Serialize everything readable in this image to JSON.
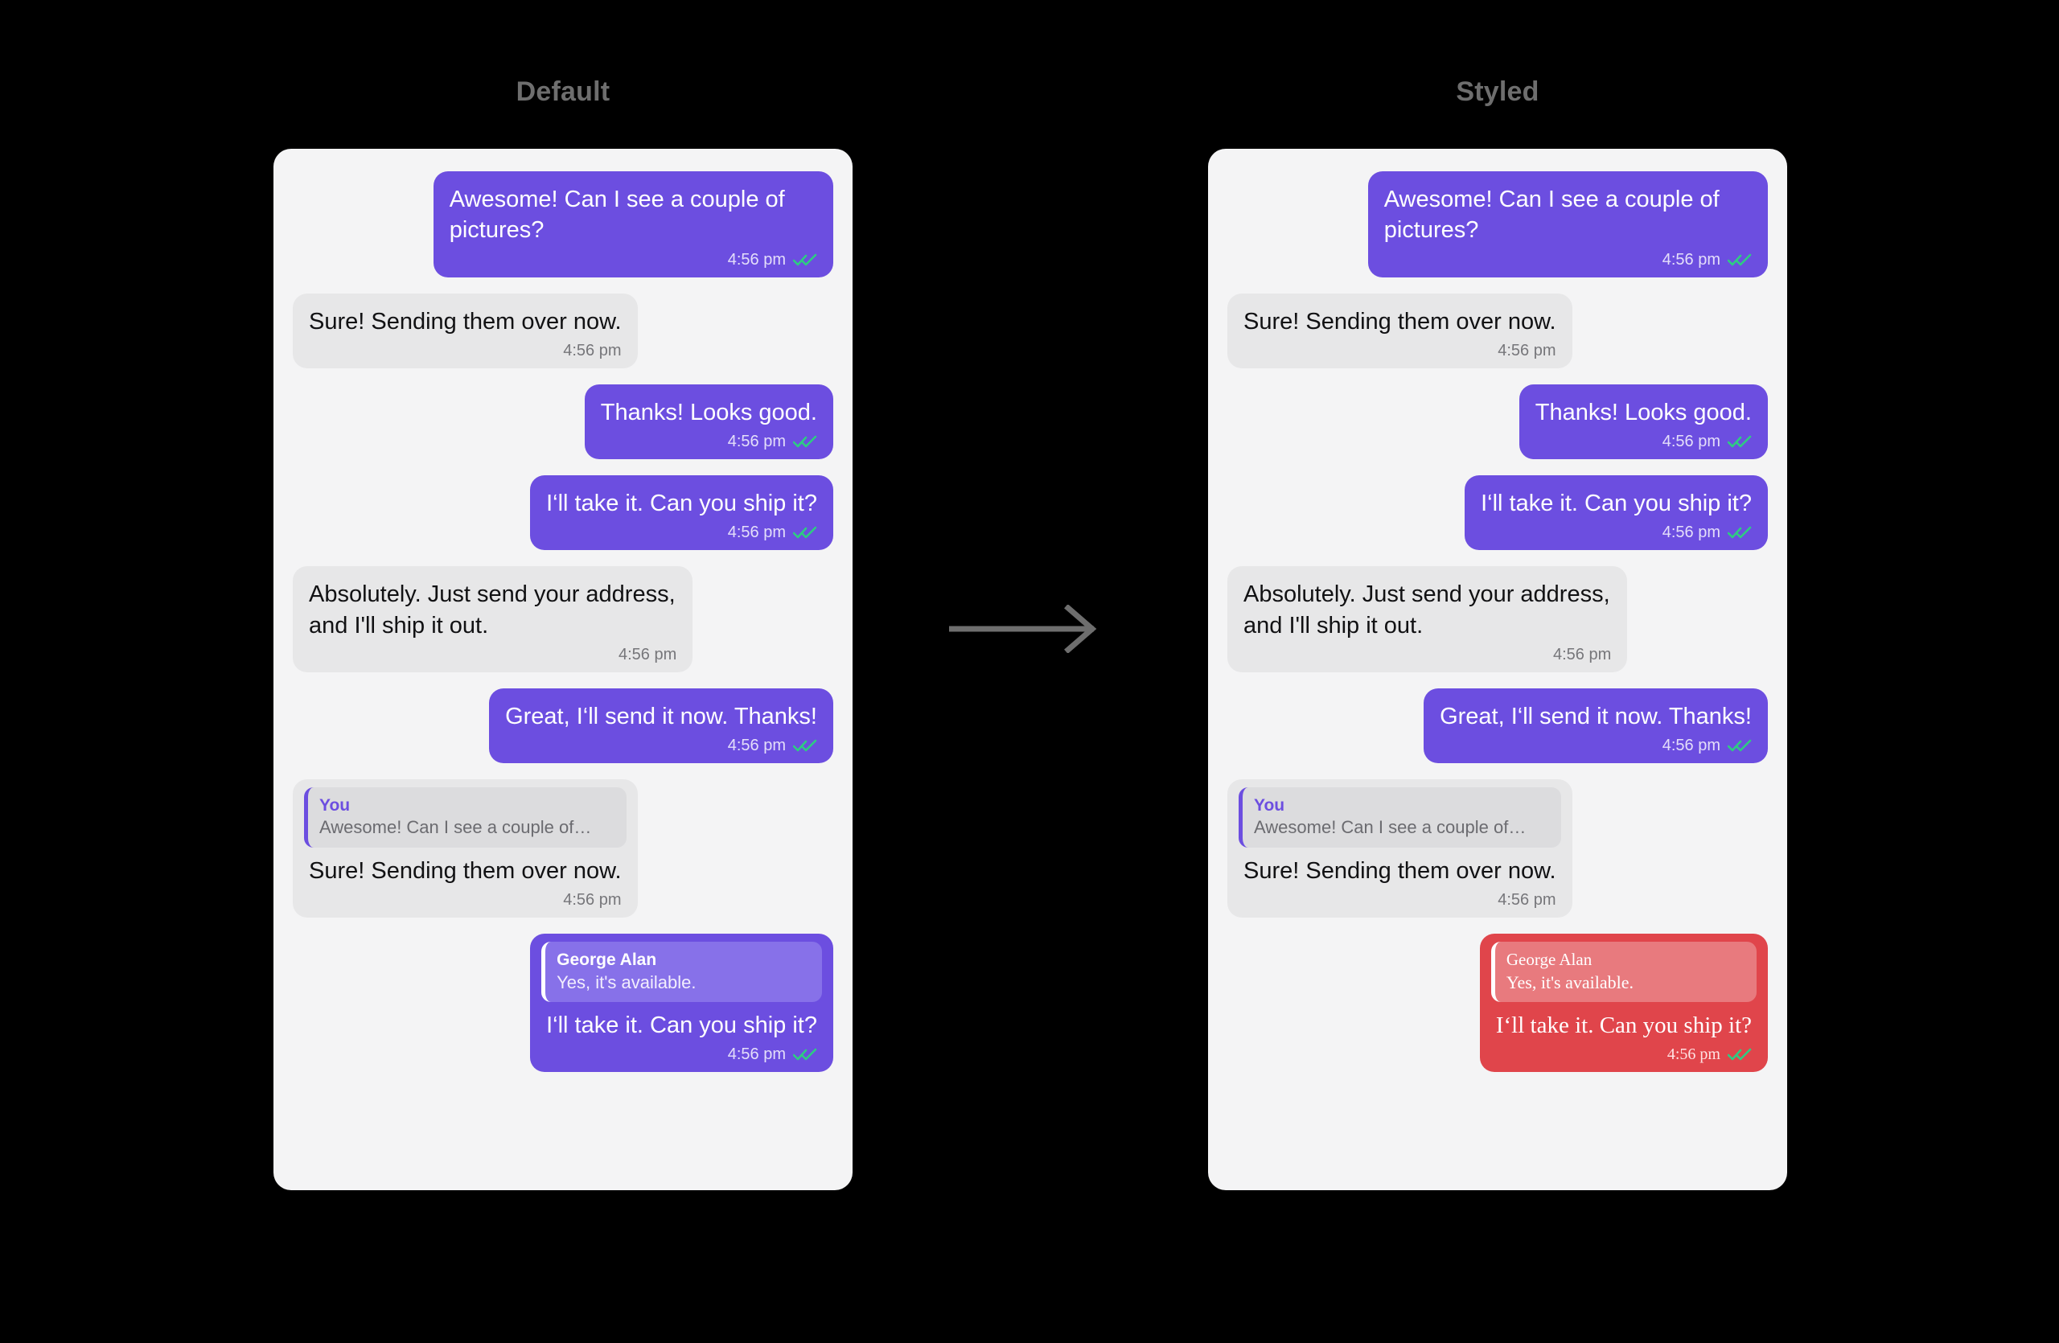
{
  "panels": [
    {
      "title": "Default",
      "variant": "default",
      "messages": [
        {
          "id": "m1",
          "side": "out",
          "text": "Awesome! Can I see a couple of pictures?",
          "time": "4:56 pm",
          "ticks": true
        },
        {
          "id": "m2",
          "side": "in",
          "text": "Sure! Sending them over now.",
          "time": "4:56 pm",
          "ticks": false
        },
        {
          "id": "m3",
          "side": "out",
          "text": "Thanks! Looks good.",
          "time": "4:56 pm",
          "ticks": true
        },
        {
          "id": "m4",
          "side": "out",
          "text": "I‘ll take it. Can you ship it?",
          "time": "4:56 pm",
          "ticks": true
        },
        {
          "id": "m5",
          "side": "in",
          "text": "Absolutely. Just send your address, and I'll ship it out.",
          "time": "4:56 pm",
          "ticks": false
        },
        {
          "id": "m6",
          "side": "out",
          "text": "Great, I‘ll send it now. Thanks!",
          "time": "4:56 pm",
          "ticks": true
        },
        {
          "id": "m7",
          "side": "in",
          "text": "Sure! Sending them over now.",
          "time": "4:56 pm",
          "ticks": false,
          "quote": {
            "name": "You",
            "text": "Awesome! Can I see a couple of…"
          }
        },
        {
          "id": "m8",
          "side": "out",
          "text": "I‘ll take it. Can you ship it?",
          "time": "4:56 pm",
          "ticks": true,
          "quote": {
            "name": "George Alan",
            "text": "Yes, it's available."
          }
        }
      ]
    },
    {
      "title": "Styled",
      "variant": "styled",
      "messages": [
        {
          "id": "s1",
          "side": "out",
          "text": "Awesome! Can I see a couple of pictures?",
          "time": "4:56 pm",
          "ticks": true
        },
        {
          "id": "s2",
          "side": "in",
          "text": "Sure! Sending them over now.",
          "time": "4:56 pm",
          "ticks": false
        },
        {
          "id": "s3",
          "side": "out",
          "text": "Thanks! Looks good.",
          "time": "4:56 pm",
          "ticks": true
        },
        {
          "id": "s4",
          "side": "out",
          "text": "I‘ll take it. Can you ship it?",
          "time": "4:56 pm",
          "ticks": true
        },
        {
          "id": "s5",
          "side": "in",
          "text": "Absolutely. Just send your address, and I'll ship it out.",
          "time": "4:56 pm",
          "ticks": false
        },
        {
          "id": "s6",
          "side": "out",
          "text": "Great, I‘ll send it now. Thanks!",
          "time": "4:56 pm",
          "ticks": true
        },
        {
          "id": "s7",
          "side": "in",
          "text": "Sure! Sending them over now.",
          "time": "4:56 pm",
          "ticks": false,
          "quote": {
            "name": "You",
            "text": "Awesome! Can I see a couple of…"
          }
        },
        {
          "id": "s8",
          "side": "out",
          "style": "styled-red",
          "text": "I‘ll take it. Can you ship it?",
          "time": "4:56 pm",
          "ticks": true,
          "quote": {
            "name": "George Alan",
            "text": "Yes, it's available."
          }
        }
      ]
    }
  ],
  "arrow": {
    "icon": "arrow-right-icon",
    "color": "#6e6e6e"
  },
  "colors": {
    "background": "#000000",
    "panel": "#f4f4f5",
    "outgoing_bubble": "#6c4ee0",
    "incoming_bubble": "#e7e7e8",
    "styled_bubble": "#e0454b",
    "title": "#6e6e6e",
    "ticks": "#2ecc82"
  }
}
